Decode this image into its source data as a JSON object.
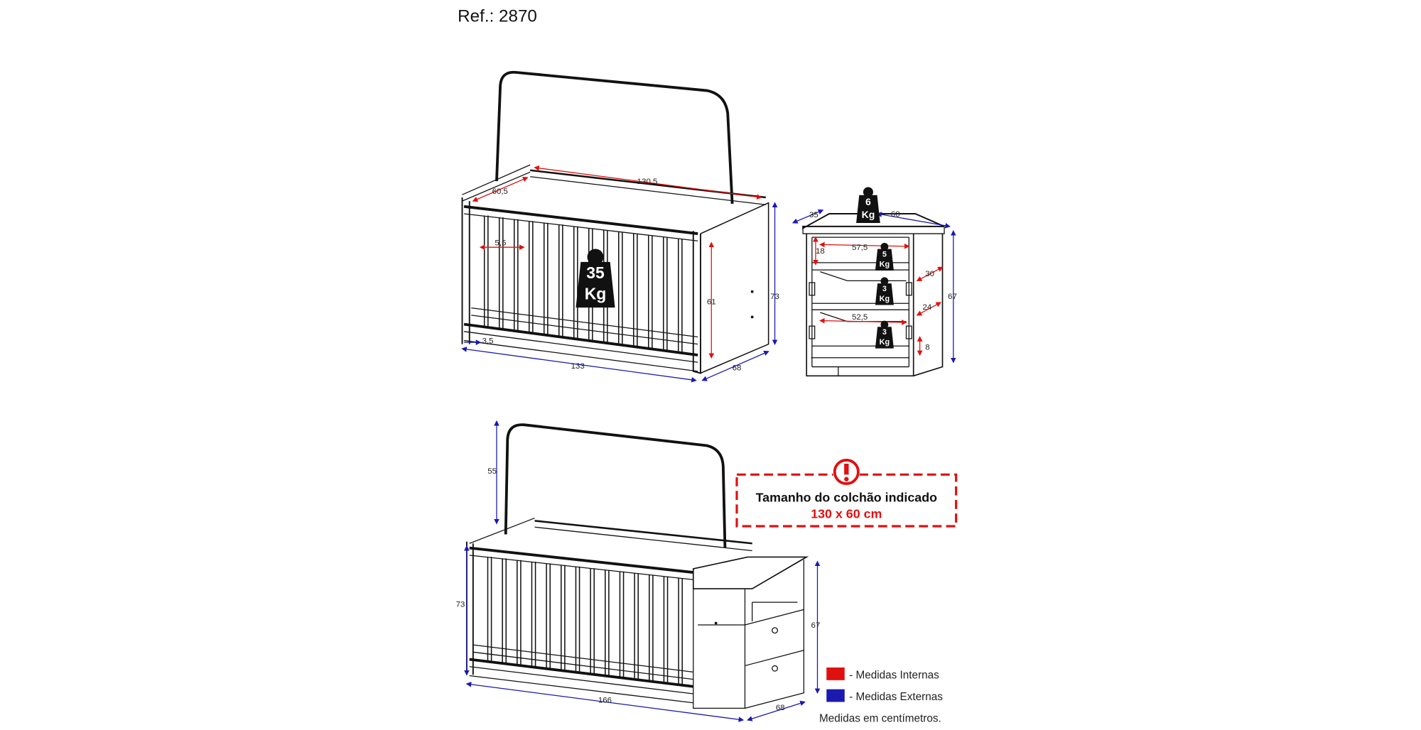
{
  "ref": "Ref.: 2870",
  "crib": {
    "dims": {
      "inner_length": "130,5",
      "inner_width": "60,5",
      "slat_gap": "5,5",
      "inner_height": "61",
      "height": "73",
      "base": "3,5",
      "length": "133",
      "depth": "68"
    },
    "weight": {
      "value": "35",
      "unit": "Kg"
    }
  },
  "dresser": {
    "dims": {
      "depth": "35",
      "width": "60",
      "shelf_height": "18",
      "inner_width": "57,5",
      "drawer1_height": "30",
      "drawer2_height": "24",
      "drawer_inner_width": "52,5",
      "base": "8",
      "height": "67"
    },
    "weights": [
      {
        "value": "6",
        "unit": "Kg"
      },
      {
        "value": "5",
        "unit": "Kg"
      },
      {
        "value": "3",
        "unit": "Kg"
      },
      {
        "value": "3",
        "unit": "Kg"
      }
    ]
  },
  "combined": {
    "dims": {
      "headboard": "55",
      "height": "73",
      "dresser_height": "67",
      "length": "166",
      "depth": "68"
    }
  },
  "warning": {
    "line1": "Tamanho do colchão indicado",
    "line2": "130 x 60 cm",
    "icon": "exclamation-icon"
  },
  "legend": {
    "internal": "- Medidas Internas",
    "external": "- Medidas Externas",
    "note": "Medidas em centímetros.",
    "internal_color": "#e01010",
    "external_color": "#1a1ab0"
  }
}
